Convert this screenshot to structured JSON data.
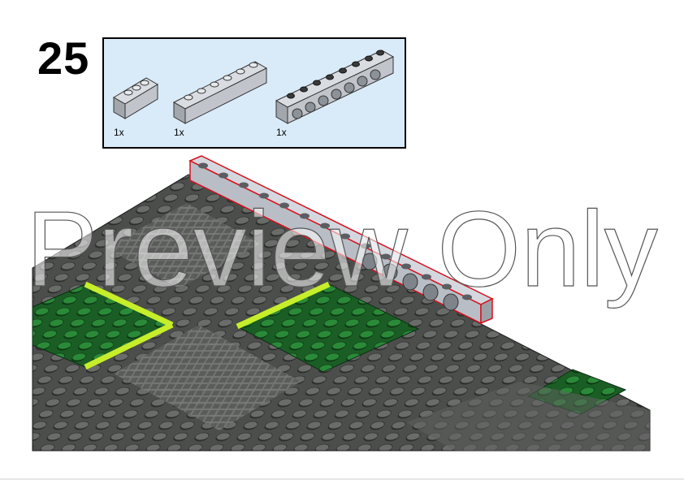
{
  "step": {
    "number": "25"
  },
  "parts_list": {
    "items": [
      {
        "name": "1x3 light gray brick",
        "qty": "1x"
      },
      {
        "name": "1x6 light gray brick",
        "qty": "1x"
      },
      {
        "name": "1x8 light gray technic brick with holes",
        "qty": "1x"
      }
    ]
  },
  "watermark": {
    "text": "Preview Only"
  },
  "colors": {
    "parts_box_bg": "#d9ebf8",
    "baseplate_dark": "#4a4c4a",
    "baseplate_light": "#6b6d6b",
    "grass_green": "#1d6b2a",
    "lime": "#c6ee2a",
    "brick_gray": "#b9bec6",
    "highlight_red": "#d8101c"
  }
}
